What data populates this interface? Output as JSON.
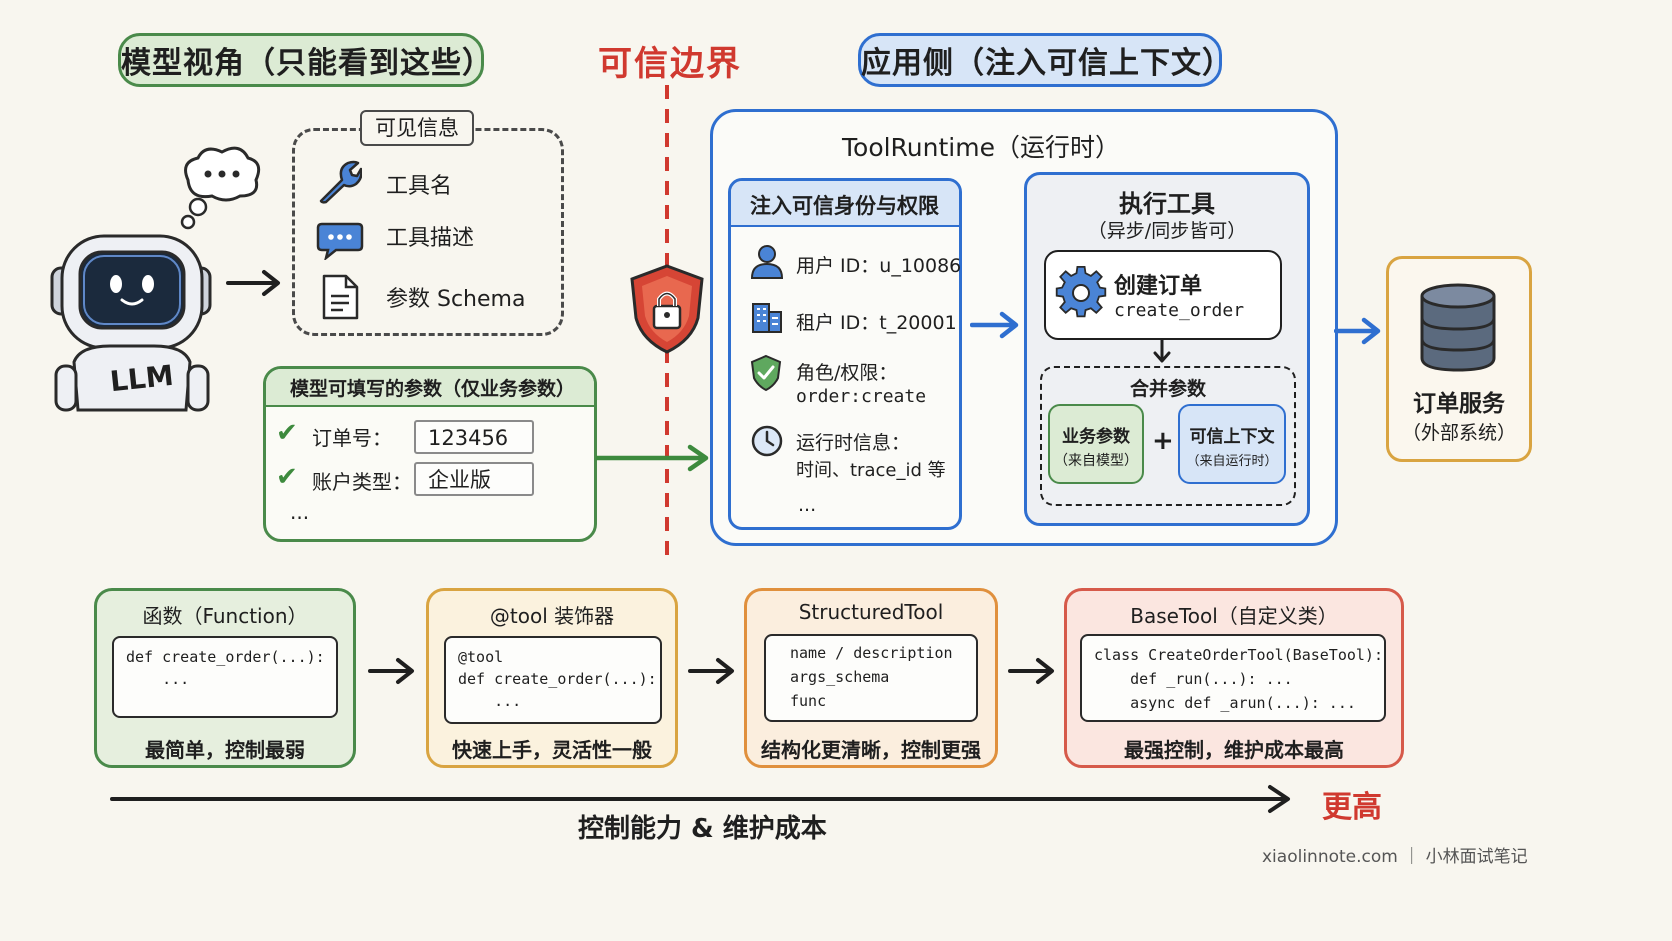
{
  "headers": {
    "model_view": "模型视角（只能看到这些）",
    "boundary": "可信边界",
    "app_side": "应用侧（注入可信上下文）"
  },
  "robot": {
    "badge": "LLM"
  },
  "visible_info": {
    "title": "可见信息",
    "items": [
      "工具名",
      "工具描述",
      "参数 Schema"
    ]
  },
  "model_params": {
    "title": "模型可填写的参数（仅业务参数）",
    "rows": [
      {
        "label": "订单号：",
        "value": "123456"
      },
      {
        "label": "账户类型：",
        "value": "企业版"
      }
    ],
    "more": "..."
  },
  "runtime": {
    "title": "ToolRuntime（运行时）",
    "inject": {
      "title": "注入可信身份与权限",
      "user": "用户 ID：u_10086",
      "tenant": "租户 ID：t_20001",
      "role_line1": "角色/权限：",
      "role_line2": "order:create",
      "rt_line1": "运行时信息：",
      "rt_line2": "时间、trace_id 等",
      "more": "..."
    },
    "exec": {
      "title": "执行工具",
      "subtitle": "（异步/同步皆可）",
      "tool_cn": "创建订单",
      "tool_en": "create_order",
      "merge_title": "合并参数",
      "biz_line1": "业务参数",
      "biz_line2": "（来自模型）",
      "plus": "+",
      "ctx_line1": "可信上下文",
      "ctx_line2": "（来自运行时）"
    }
  },
  "order_service": {
    "line1": "订单服务",
    "line2": "（外部系统）"
  },
  "levels": [
    {
      "title": "函数（Function）",
      "code": [
        "def create_order(...):",
        "    ..."
      ],
      "caption": "最简单，控制最弱"
    },
    {
      "title": "@tool 装饰器",
      "code": [
        "@tool",
        "def create_order(...):",
        "    ..."
      ],
      "caption": "快速上手，灵活性一般"
    },
    {
      "title": "StructuredTool",
      "code": [
        "name / description",
        "args_schema",
        "func"
      ],
      "caption": "结构化更清晰，控制更强"
    },
    {
      "title": "BaseTool（自定义类）",
      "code": [
        "class CreateOrderTool(BaseTool):",
        "    def _run(...): ...",
        "    async def _arun(...): ..."
      ],
      "caption": "最强控制，维护成本最高"
    }
  ],
  "axis": {
    "label": "控制能力 & 维护成本",
    "end": "更高"
  },
  "watermark": "xiaolinnote.com ｜ 小林面试笔记",
  "colors": {
    "green": "#4a8a4a",
    "green_fill": "#e3eedc",
    "blue": "#2f6fd0",
    "blue_fill": "#dce8f7",
    "red": "#d0392f",
    "orange": "#d9a441",
    "orange2": "#e0903d",
    "red_card": "#d65a4a"
  }
}
